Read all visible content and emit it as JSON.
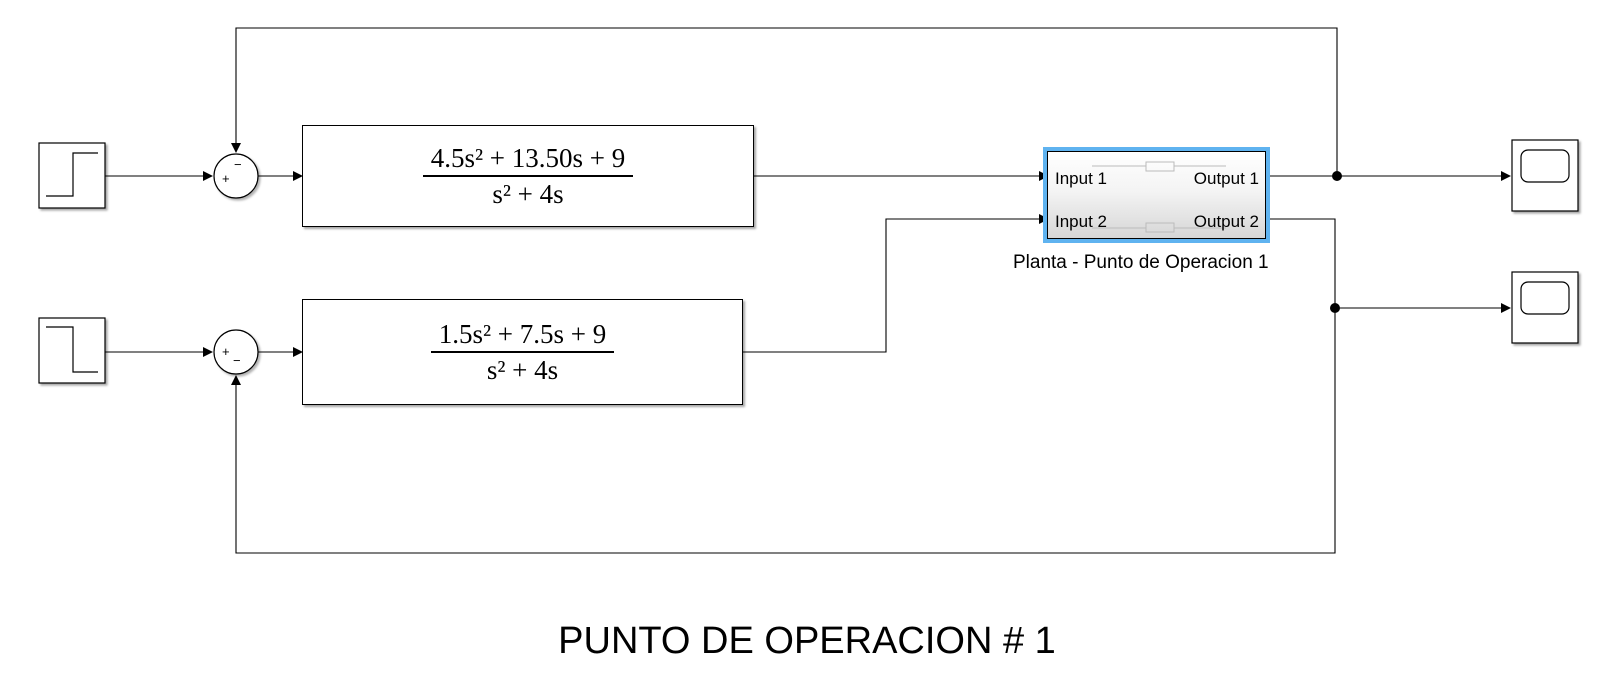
{
  "title": "PUNTO DE OPERACION # 1",
  "tf1": {
    "numerator": "4.5s² + 13.50s + 9",
    "denominator": "s² + 4s"
  },
  "tf2": {
    "numerator": "1.5s² + 7.5s + 9",
    "denominator": "s² + 4s"
  },
  "subsystem": {
    "name": "Planta - Punto de Operacion 1",
    "input1": "Input 1",
    "input2": "Input 2",
    "output1": "Output 1",
    "output2": "Output 2"
  },
  "sum1": {
    "top_sign": "−",
    "left_sign": "+"
  },
  "sum2": {
    "left_sign": "+",
    "bottom_sign": "−"
  },
  "icons": [
    "step-icon",
    "step-down-icon",
    "scope-icon"
  ],
  "colors": {
    "selection": "#5fb3f0",
    "line": "#000000"
  }
}
